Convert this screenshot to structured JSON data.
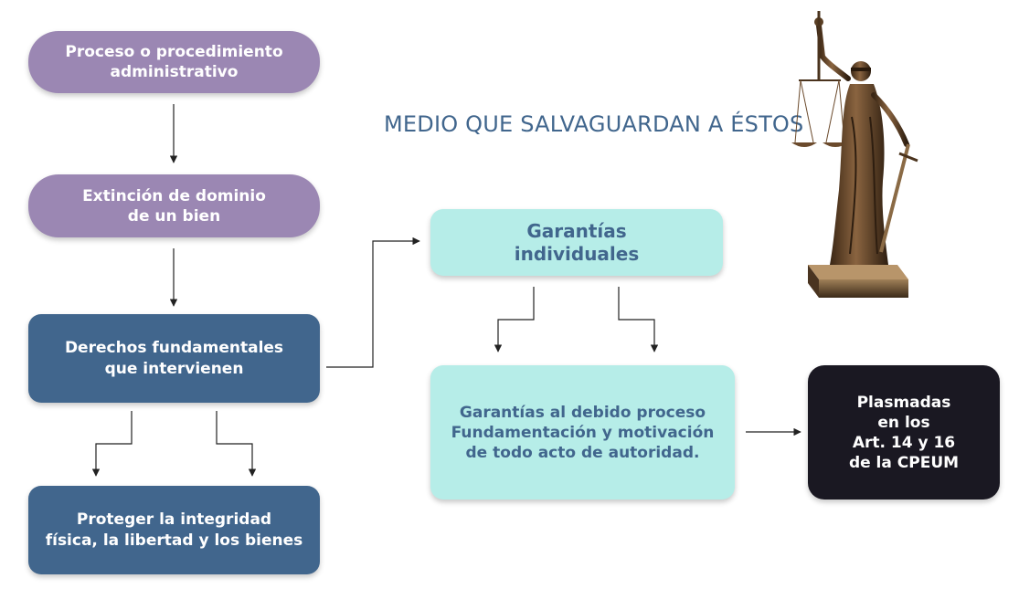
{
  "heading": "MEDIO QUE SALVAGUARDAN A ÉSTOS",
  "nodes": {
    "proceso": "Proceso o procedimiento\nadministrativo",
    "extincion": "Extinción de dominio\nde un bien",
    "derechos": "Derechos fundamentales\nque intervienen",
    "proteger": "Proteger la integridad\nfísica, la libertad y los bienes",
    "garantias": "Garantías\nindividuales",
    "debido_proceso": "Garantías al debido proceso\nFundamentación y motivación\nde todo acto de autoridad.",
    "plasmadas": "Plasmadas\nen los\nArt. 14 y 16\nde la CPEUM"
  },
  "colors": {
    "purple": "#9b87b3",
    "blue": "#41668d",
    "mint": "#b6ede8",
    "dark": "#1a1822",
    "bronze": "#6b4a2c"
  }
}
